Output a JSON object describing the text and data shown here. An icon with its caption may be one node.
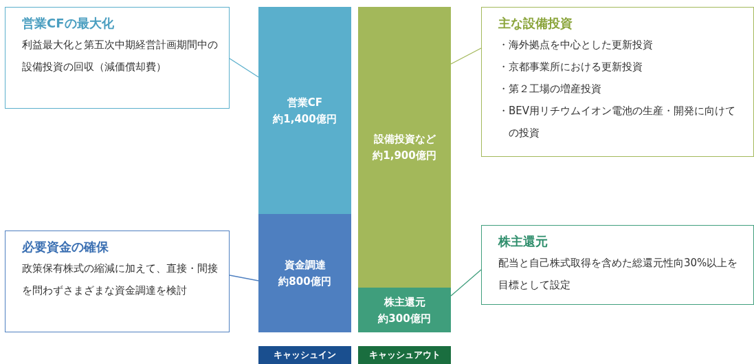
{
  "diagram": {
    "nodes": [
      {
        "text": [
          "営業CFの最大化",
          "利益最大化と第五次中期経営計画期間中の設備投資の回収（減価償却費）"
        ]
      },
      {
        "text": [
          "営業CF",
          "約1,400億円"
        ]
      },
      {
        "text": [
          "資金調達",
          "約800億円"
        ]
      },
      {
        "text": [
          "必要資金の確保",
          "政策保有株式の縮減に加えて、直接・間接を問わずさまざまな資金調達を検討"
        ]
      },
      {
        "text": [
          "設備投資など",
          "約1,900億円"
        ]
      },
      {
        "text": [
          "株主還元",
          "約300億円"
        ]
      },
      {
        "text": [
          "主な設備投資",
          "・海外拠点を中心とした更新投資",
          "・京都事業所における更新投資",
          "・第２工場の増産投資",
          "・BEV用リチウムイオン電池の生産・開発に向けての投資"
        ]
      },
      {
        "text": [
          "株主還元",
          "配当と自己株式取得を含めた総還元性向30%以上を目標として設定"
        ]
      },
      {
        "text": [
          "キャッシュイン"
        ]
      },
      {
        "text": [
          "キャッシュアウト"
        ]
      }
    ],
    "edges": [
      {
        "from": 0,
        "to": 1,
        "arrow": "none",
        "color": "#5aafcc"
      },
      {
        "from": 3,
        "to": 2,
        "arrow": "none",
        "color": "#4e7fc0"
      },
      {
        "from": 6,
        "to": 4,
        "arrow": "none",
        "color": "#a3b85a"
      },
      {
        "from": 7,
        "to": 5,
        "arrow": "none",
        "color": "#3f9e7c"
      }
    ]
  }
}
